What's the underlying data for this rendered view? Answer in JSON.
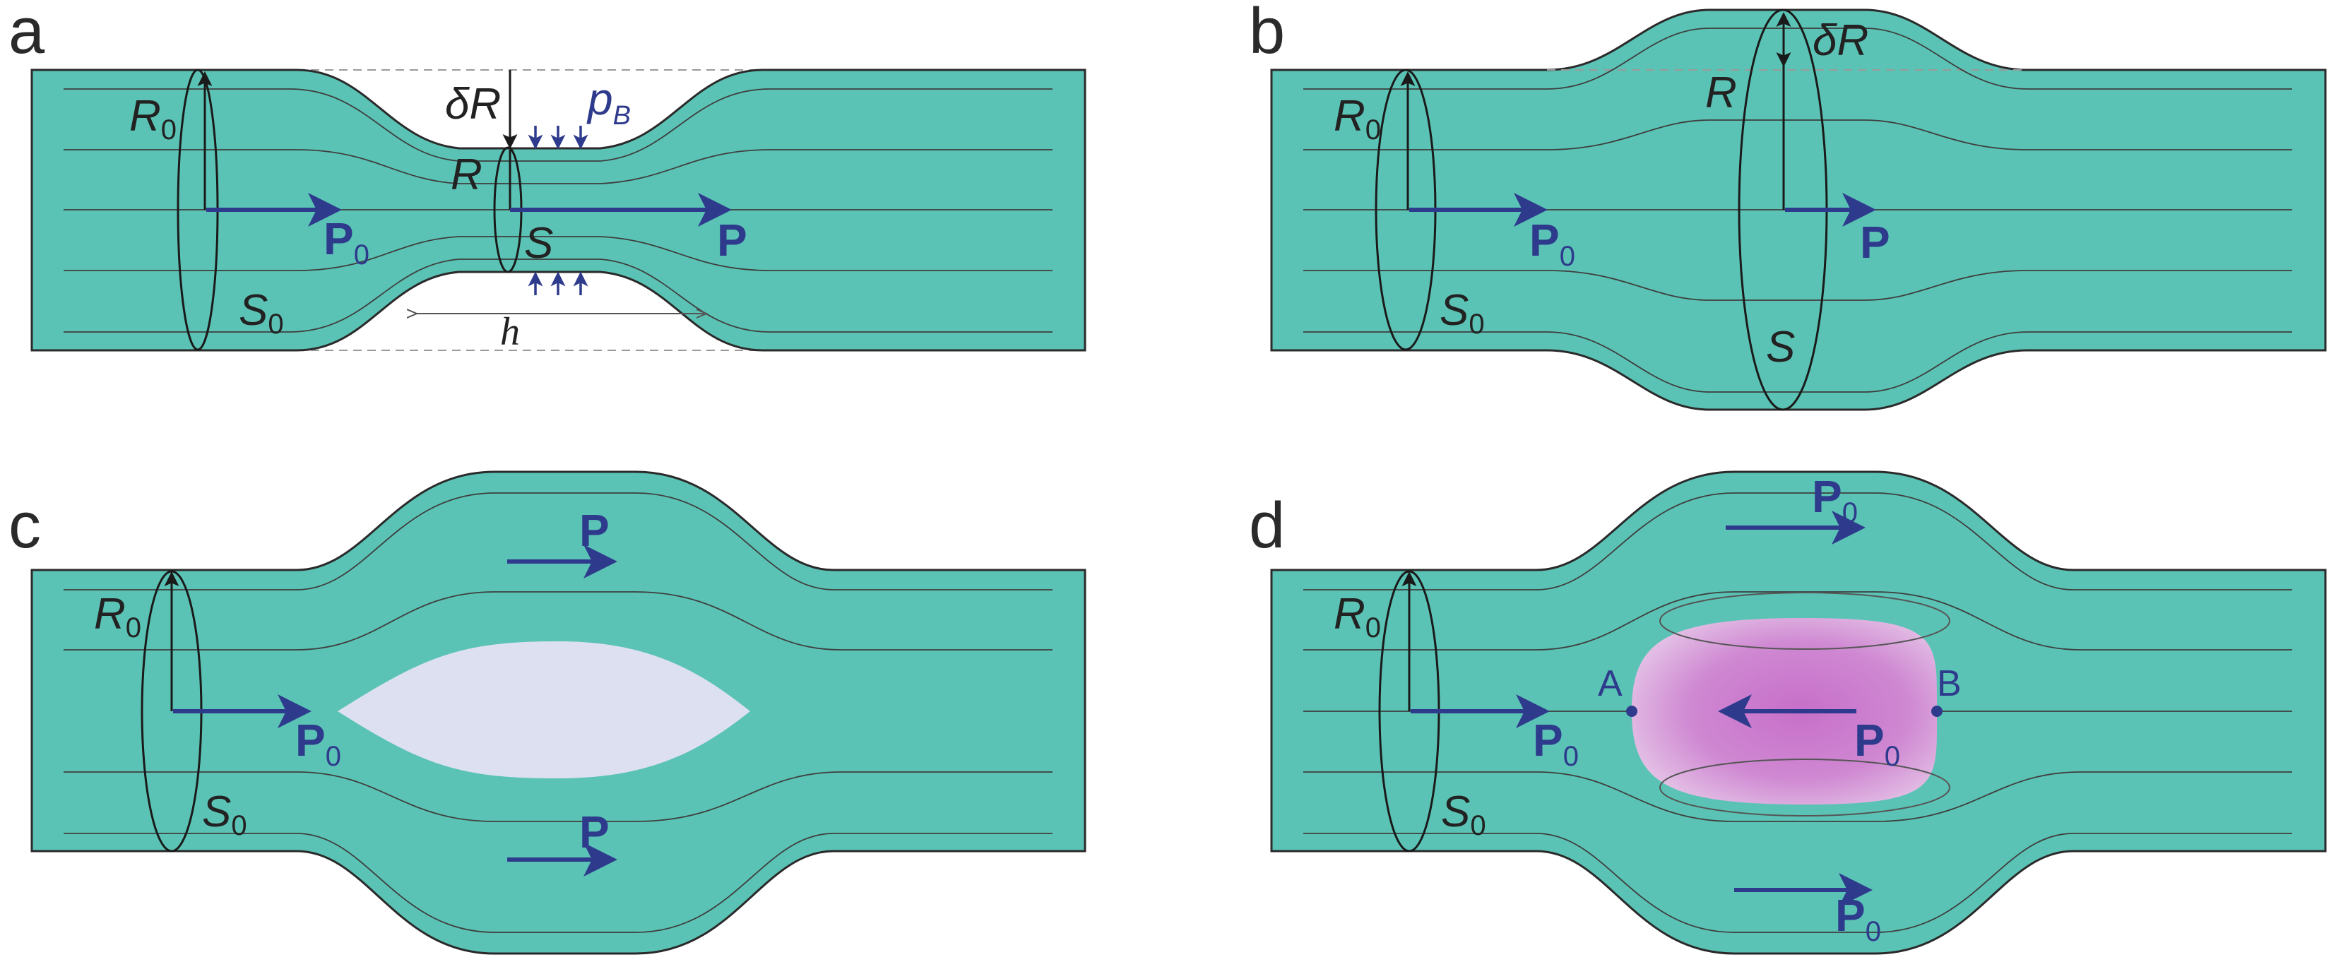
{
  "panels": {
    "a": {
      "letter": "a",
      "R0": "R",
      "R0_sub": "0",
      "S0": "S",
      "S0_sub": "0",
      "P0": "P",
      "P0_sub": "0",
      "dR": "δR",
      "pB": "p",
      "pB_sub": "B",
      "R": "R",
      "S": "S",
      "P": "P",
      "h": "h"
    },
    "b": {
      "letter": "b",
      "R0": "R",
      "R0_sub": "0",
      "S0": "S",
      "S0_sub": "0",
      "P0": "P",
      "P0_sub": "0",
      "dR": "δR",
      "R": "R",
      "S": "S",
      "P": "P"
    },
    "c": {
      "letter": "c",
      "R0": "R",
      "R0_sub": "0",
      "S0": "S",
      "S0_sub": "0",
      "P0": "P",
      "P0_sub": "0",
      "P_top": "P",
      "P_bottom": "P"
    },
    "d": {
      "letter": "d",
      "R0": "R",
      "R0_sub": "0",
      "S0": "S",
      "S0_sub": "0",
      "P0": "P",
      "P0_sub": "0",
      "P0_top": "P",
      "P0_top_sub": "0",
      "P0_mid": "P",
      "P0_mid_sub": "0",
      "P0_bot": "P",
      "P0_bot_sub": "0",
      "A": "A",
      "B": "B"
    }
  },
  "colors": {
    "tube": "#5bc3b5",
    "arrow": "#2e3a8c",
    "cavity": "#dde0f1",
    "blob": "#c76fc9"
  }
}
